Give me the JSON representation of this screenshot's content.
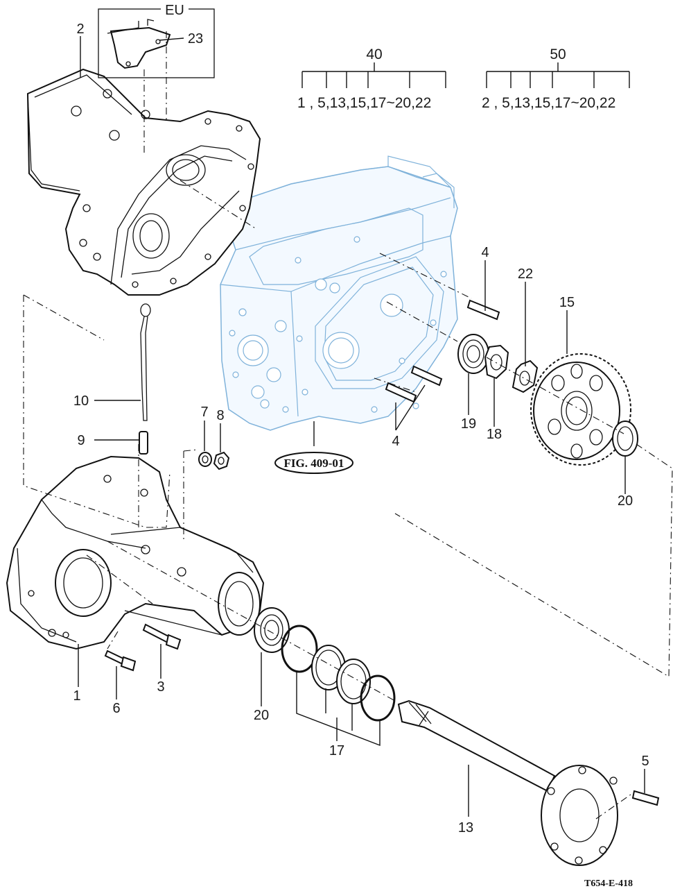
{
  "callouts": {
    "eu": "EU",
    "p1": "1",
    "p2": "2",
    "p3": "3",
    "p4a": "4",
    "p4b": "4",
    "p5": "5",
    "p6": "6",
    "p7": "7",
    "p8": "8",
    "p9": "9",
    "p10": "10",
    "p13": "13",
    "p15": "15",
    "p17": "17",
    "p18": "18",
    "p19": "19",
    "p20a": "20",
    "p20b": "20",
    "p22": "22",
    "p23": "23"
  },
  "groups": {
    "g40": {
      "number": "40",
      "members": "1 , 5,13,15,17~20,22"
    },
    "g50": {
      "number": "50",
      "members": "2 , 5,13,15,17~20,22"
    }
  },
  "reference": {
    "label": "FIG. 409-01"
  },
  "drawing_code": "T654-E-418"
}
